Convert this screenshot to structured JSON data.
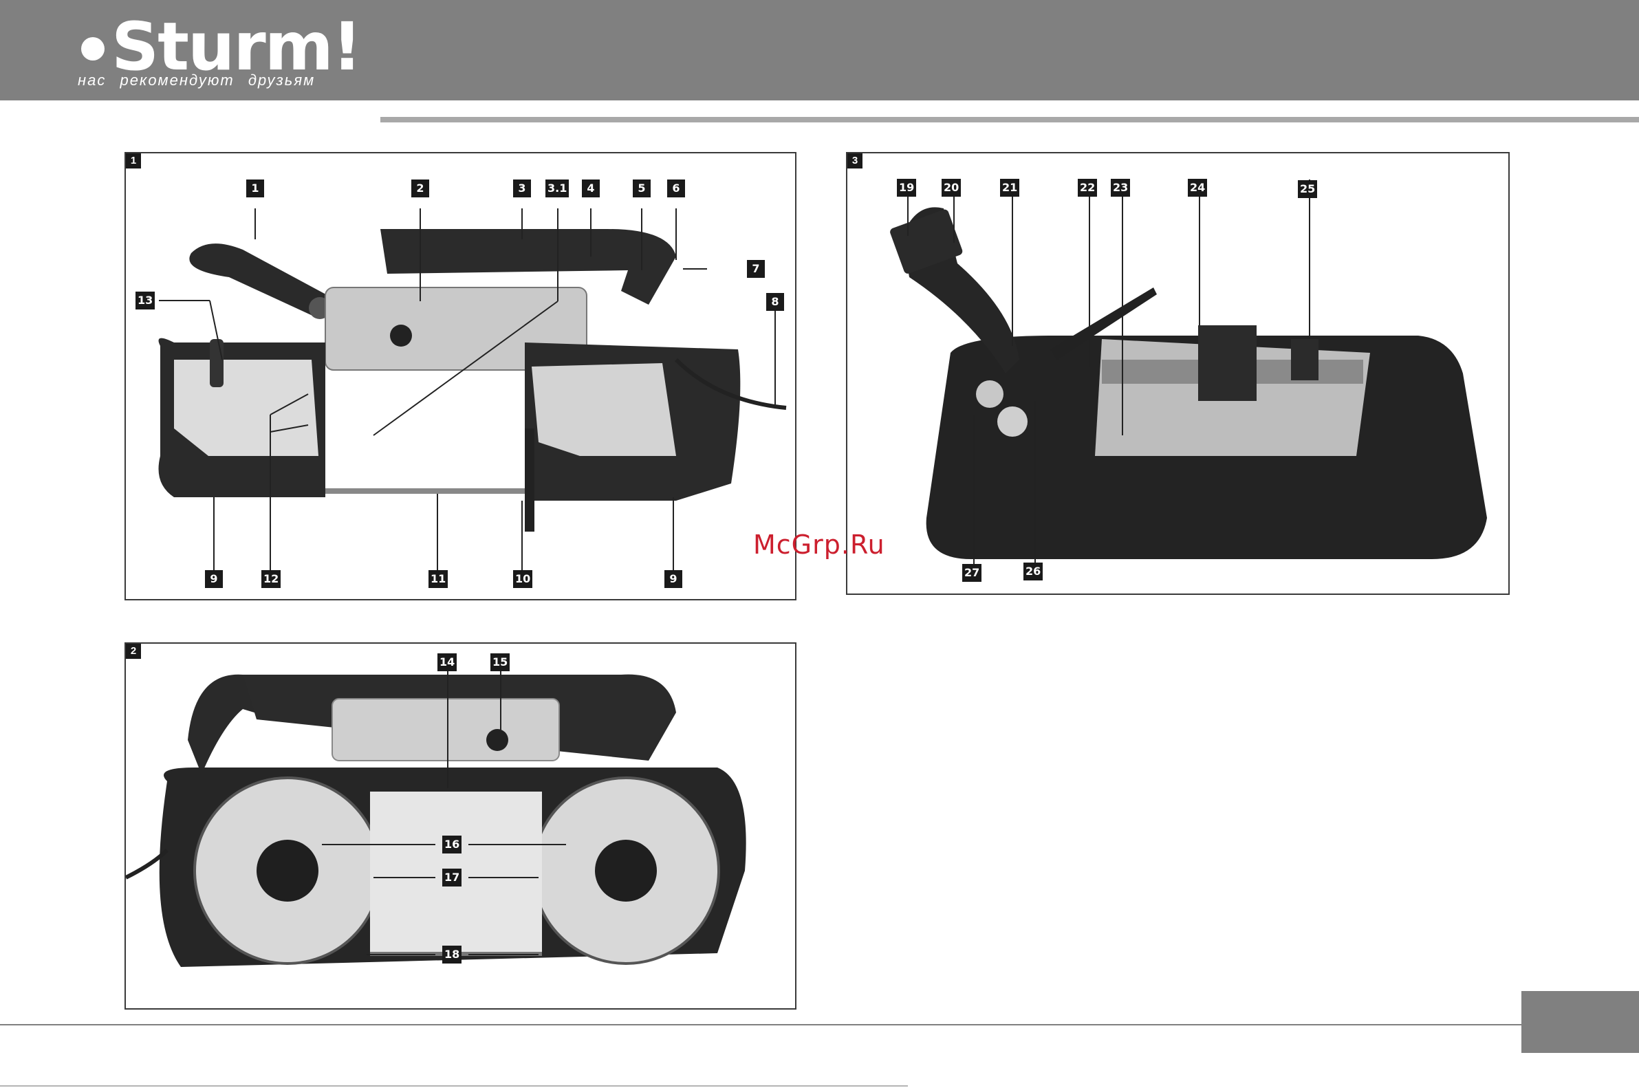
{
  "header": {
    "brand": "Sturm!",
    "tagline": "нас рекомендуют друзьям"
  },
  "watermark": "McGrp.Ru",
  "figures": [
    {
      "id": "fig1",
      "badge": "1",
      "callouts": [
        "1",
        "2",
        "3",
        "3.1",
        "4",
        "5",
        "6",
        "7",
        "8",
        "13",
        "9",
        "12",
        "11",
        "10",
        "9"
      ]
    },
    {
      "id": "fig2",
      "badge": "2",
      "callouts": [
        "14",
        "15",
        "16",
        "17",
        "18"
      ]
    },
    {
      "id": "fig3",
      "badge": "3",
      "callouts": [
        "19",
        "20",
        "21",
        "22",
        "23",
        "24",
        "25",
        "27",
        "26"
      ]
    }
  ],
  "colors": {
    "header": "#808080",
    "callout": "#1a1a1a",
    "watermark": "#cc1f2e"
  }
}
